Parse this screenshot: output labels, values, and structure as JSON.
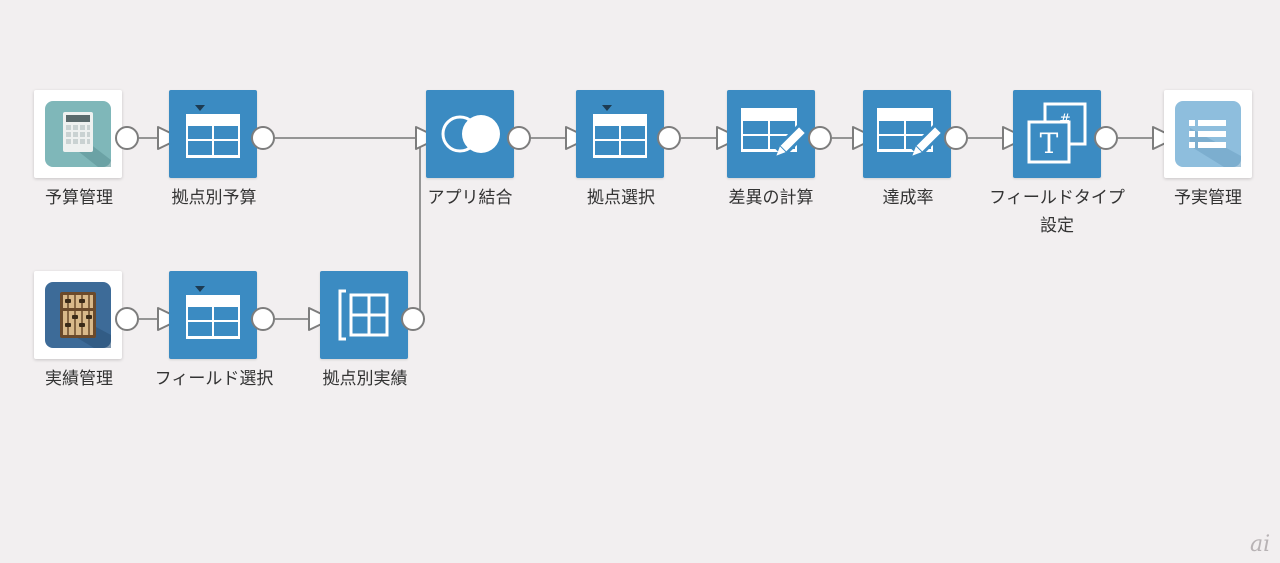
{
  "nodes": {
    "yosan_kanri": {
      "label": "予算管理",
      "icon": "calculator-icon"
    },
    "kyoten_yosan": {
      "label": "拠点別予算",
      "icon": "table-filter-icon"
    },
    "app_ketsugo": {
      "label": "アプリ結合",
      "icon": "join-circles-icon"
    },
    "kyoten_sentaku": {
      "label": "拠点選択",
      "icon": "table-filter-icon"
    },
    "sai_keisan": {
      "label": "差異の計算",
      "icon": "table-edit-icon"
    },
    "tasseiritsu": {
      "label": "達成率",
      "icon": "table-edit-icon"
    },
    "field_type": {
      "label": "フィールドタイプ設定",
      "icon": "text-type-icon"
    },
    "yojitsu_kanri": {
      "label": "予実管理",
      "icon": "list-app-icon"
    },
    "jisseki_kanri": {
      "label": "実績管理",
      "icon": "abacus-icon"
    },
    "field_sentaku": {
      "label": "フィールド選択",
      "icon": "table-filter-icon"
    },
    "kyoten_jisseki": {
      "label": "拠点別実績",
      "icon": "group-bracket-icon"
    }
  },
  "edges": [
    [
      "yosan_kanri",
      "kyoten_yosan"
    ],
    [
      "kyoten_yosan",
      "app_ketsugo"
    ],
    [
      "app_ketsugo",
      "kyoten_sentaku"
    ],
    [
      "kyoten_sentaku",
      "sai_keisan"
    ],
    [
      "sai_keisan",
      "tasseiritsu"
    ],
    [
      "tasseiritsu",
      "field_type"
    ],
    [
      "field_type",
      "yojitsu_kanri"
    ],
    [
      "jisseki_kanri",
      "field_sentaku"
    ],
    [
      "field_sentaku",
      "kyoten_jisseki"
    ],
    [
      "kyoten_jisseki",
      "app_ketsugo"
    ]
  ],
  "colors": {
    "node_blue": "#3b8bc2",
    "connector": "#8c8c8c",
    "background": "#f2eff0"
  },
  "watermark": "ai"
}
